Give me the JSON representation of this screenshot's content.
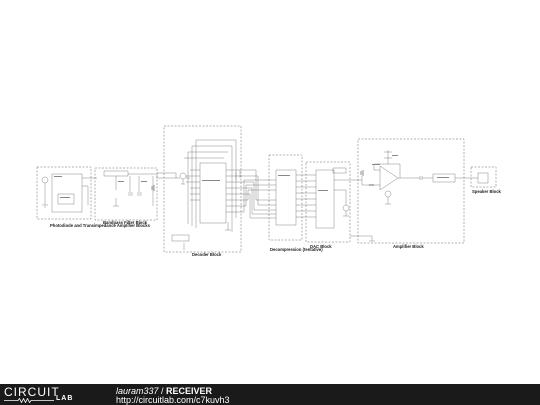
{
  "blocks": {
    "photodiode": "Photodiode and Transimpedance Amplifier Blocks",
    "bandpass": "Bandpass Filter Block",
    "decoder": "Decoder Block",
    "decompression": "Decompression (tentative)",
    "dac": "DAC Block",
    "amplifier": "Amplifier Block",
    "speaker": "Speaker Block"
  },
  "footer": {
    "logo_top": "CIRCUIT",
    "logo_bottom": "LAB",
    "user": "lauram337",
    "separator": " / ",
    "circuit_name": "RECEIVER",
    "url": "http://circuitlab.com/c7kuvh3"
  }
}
